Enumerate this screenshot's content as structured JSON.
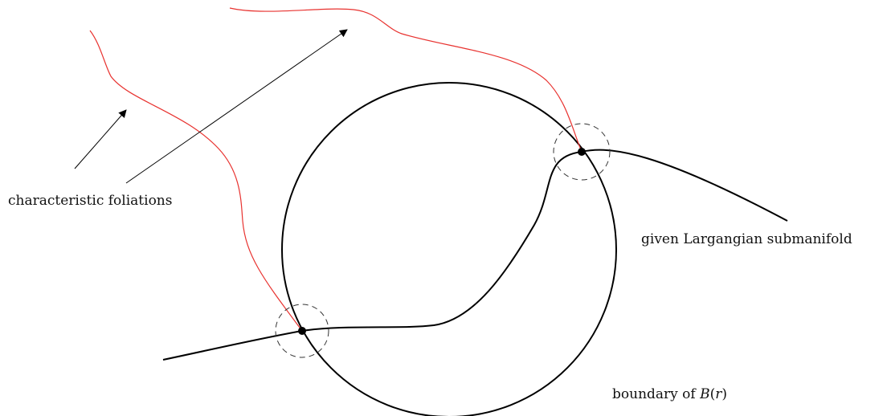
{
  "labels": {
    "foliations": "characteristic foliations",
    "submanifold": "given Largangian submanifold",
    "boundary_prefix": "boundary of ",
    "boundary_symbol": "B",
    "boundary_open": "(",
    "boundary_var": "r",
    "boundary_close": ")"
  },
  "colors": {
    "curve": "#000000",
    "foliation": "#e8322f",
    "arrow": "#000000",
    "dashed_circle": "#333333",
    "point": "#000000"
  }
}
